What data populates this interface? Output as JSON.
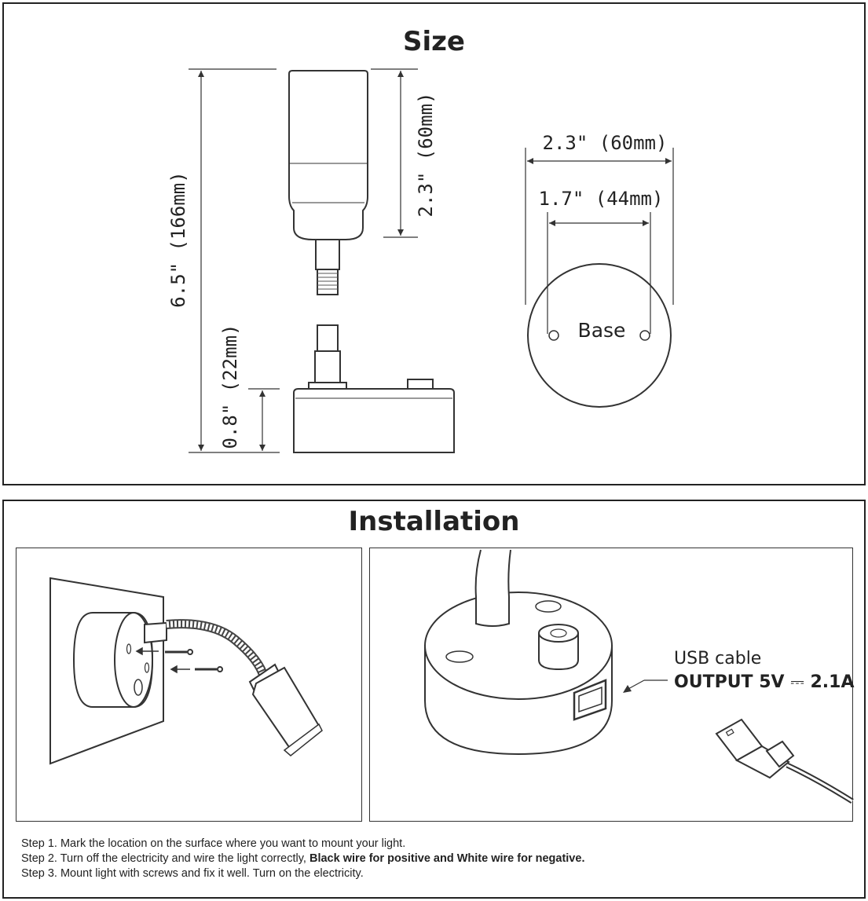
{
  "size": {
    "title": "Size",
    "dims": {
      "total_height": "6.5\" (166mm)",
      "head_height": "2.3\" (60mm)",
      "base_height": "0.8\" (22mm)",
      "base_diameter": "2.3\" (60mm)",
      "hole_spacing": "1.7\" (44mm)"
    },
    "base_label": "Base"
  },
  "installation": {
    "title": "Installation",
    "usb_label": "USB cable",
    "output_prefix": "OUTPUT 5V",
    "output_symbol": "⎓",
    "output_suffix": "2.1A",
    "steps": [
      {
        "plain": "Step 1. Mark the location on the surface where you want to mount your light.",
        "bold": ""
      },
      {
        "plain": "Step 2. Turn off the electricity and wire the light correctly, ",
        "bold": "Black wire for positive and White wire for negative."
      },
      {
        "plain": "Step 3. Mount light with screws and fix it well. Turn on the electricity.",
        "bold": ""
      }
    ]
  }
}
